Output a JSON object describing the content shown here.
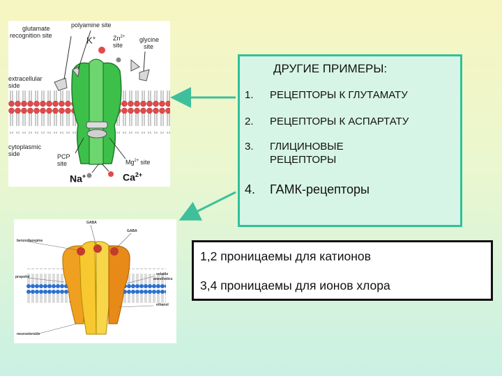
{
  "figure1": {
    "labels": {
      "glutamate": "glutamate",
      "recognition": "recognition site",
      "polyamine": "polyamine site",
      "k": "K",
      "k_sup": "+",
      "zn": "Zn",
      "zn_sup": "2+",
      "zn_site": "site",
      "glycine": "glycine",
      "glycine_site": "site",
      "extracellular": "extracellular",
      "extracellular_side": "side",
      "cytoplasmic": "cytoplasmic",
      "cytoplasmic_side": "side",
      "pcp": "PCP",
      "pcp_site": "site",
      "mg": "Mg",
      "mg_sup": "2+",
      "mg_site": "site",
      "na": "Na",
      "na_sup": "+",
      "ca": "Ca",
      "ca_sup": "2+"
    }
  },
  "figure2": {
    "labels": {
      "gaba_top": "GABA",
      "gaba_right": "GABA",
      "benzodiazepine": "benzodiazepine",
      "propofol": "propofol",
      "volatile": "volatile",
      "anesthetics": "anesthetics",
      "ethanol": "ethanol",
      "neurosteroids": "neurosteroids"
    }
  },
  "examples": {
    "title": "ДРУГИЕ ПРИМЕРЫ:",
    "items": [
      {
        "num": "1.",
        "text": "РЕЦЕПТОРЫ К ГЛУТАМАТУ"
      },
      {
        "num": "2.",
        "text": "РЕЦЕПТОРЫ К АСПАРТАТУ"
      },
      {
        "num": "3.",
        "text": "ГЛИЦИНОВЫЕ",
        "text2": "РЕЦЕПТОРЫ"
      },
      {
        "num": "4.",
        "text": "ГАМК-рецепторы"
      }
    ]
  },
  "permeability": {
    "line1": "1,2 проницаемы для катионов",
    "line2": "3,4 проницаемы для ионов хлора"
  },
  "colors": {
    "box_border": "#2fc19a",
    "box_fill": "#d7f5e7",
    "arrow": "#3fbf9c",
    "receptor_green": "#3cc04a",
    "receptor_orange": "#f0a020"
  }
}
